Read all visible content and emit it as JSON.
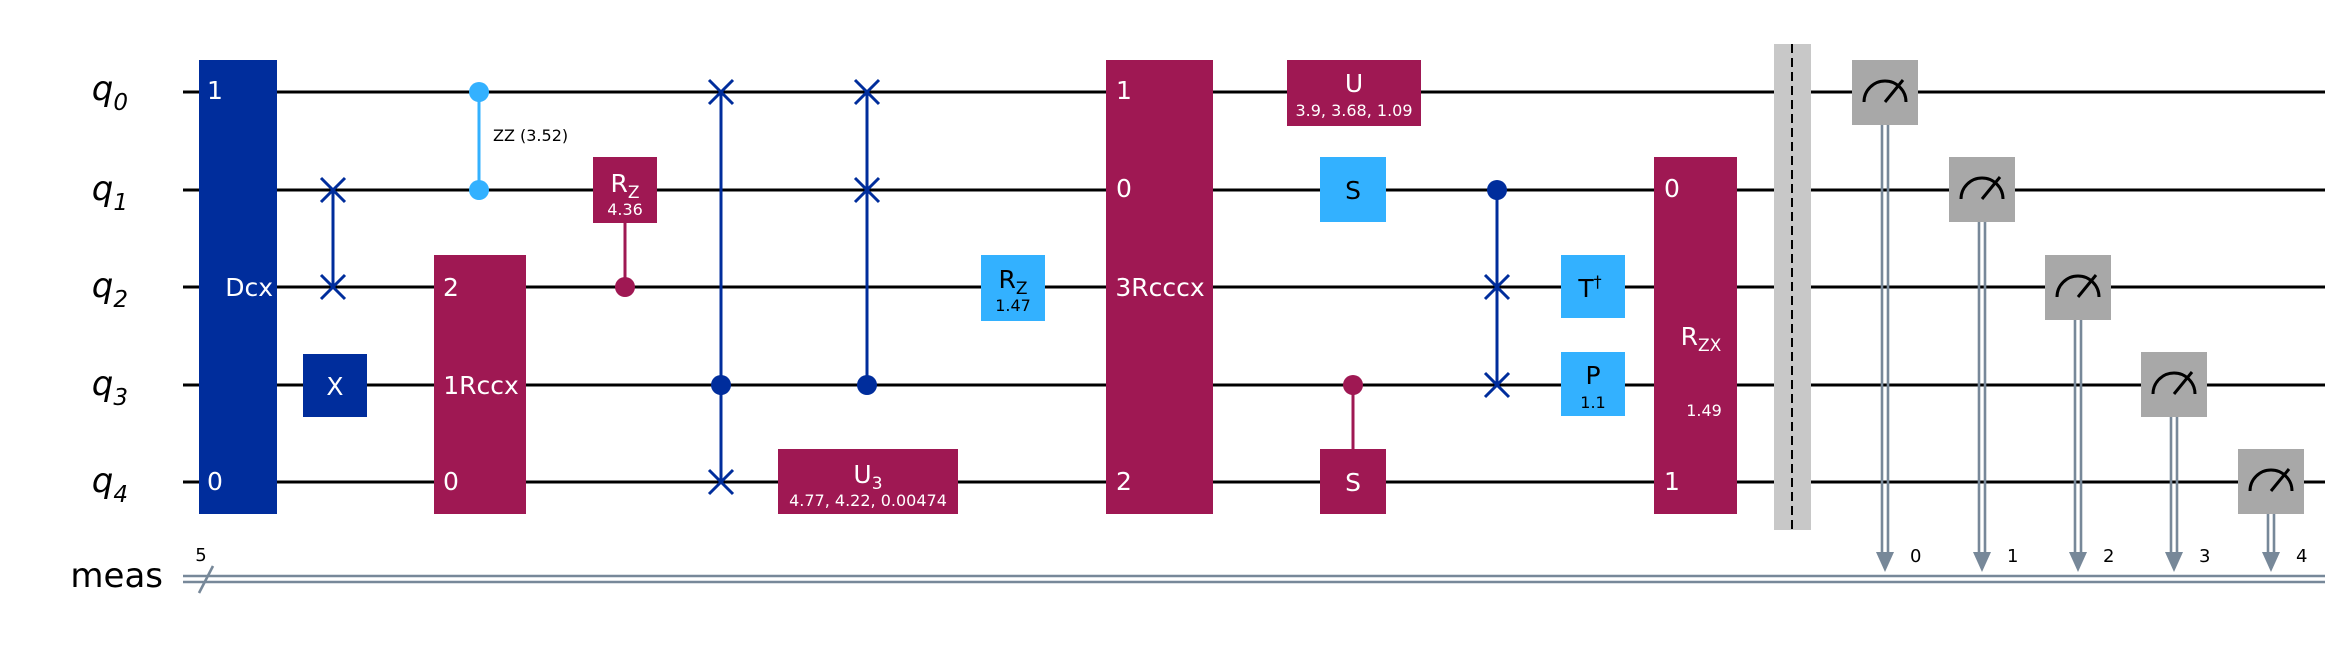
{
  "qubits": [
    {
      "base": "q",
      "index": "0"
    },
    {
      "base": "q",
      "index": "1"
    },
    {
      "base": "q",
      "index": "2"
    },
    {
      "base": "q",
      "index": "3"
    },
    {
      "base": "q",
      "index": "4"
    }
  ],
  "classical_register": {
    "name": "meas",
    "size": "5",
    "bits": [
      "0",
      "1",
      "2",
      "3",
      "4"
    ]
  },
  "colors": {
    "multi_gate": "#9F1853",
    "dark_gate": "#002D9C",
    "clifford_gate": "#33B1FF",
    "measure_gate": "#A8A8A8",
    "classical_wire": "#778899",
    "barrier": "#C8C8C8",
    "wire": "#000000"
  },
  "gates": {
    "dcx": {
      "label": "Dcx",
      "pin_top": "1",
      "pin_bottom": "0"
    },
    "x": {
      "label": "X"
    },
    "zz": {
      "label": "ZZ (3.52)"
    },
    "rccx": {
      "label": "1Rccx",
      "pin_top": "2",
      "pin_bottom": "0"
    },
    "rz1": {
      "base": "R",
      "sub": "Z",
      "param": "4.36"
    },
    "u3": {
      "base": "U",
      "sub": "3",
      "param": "4.77, 4.22, 0.00474"
    },
    "rz2": {
      "base": "R",
      "sub": "Z",
      "param": "1.47"
    },
    "rcccx": {
      "label": "3Rcccx",
      "pins": [
        "1",
        "0",
        "2"
      ]
    },
    "u": {
      "label": "U",
      "param": "3.9, 3.68, 1.09"
    },
    "s_q1": {
      "label": "S"
    },
    "s_q4": {
      "label": "S"
    },
    "tdg": {
      "label": "T",
      "sup": "†"
    },
    "p": {
      "label": "P",
      "param": "1.1"
    },
    "rzx": {
      "base": "R",
      "sub": "ZX",
      "param": "1.49",
      "pin_top": "0",
      "pin_bottom": "1"
    }
  },
  "icons": [
    "swap-x-icon",
    "control-dot-icon",
    "meter-icon",
    "arrow-down-icon",
    "register-slash-icon"
  ]
}
